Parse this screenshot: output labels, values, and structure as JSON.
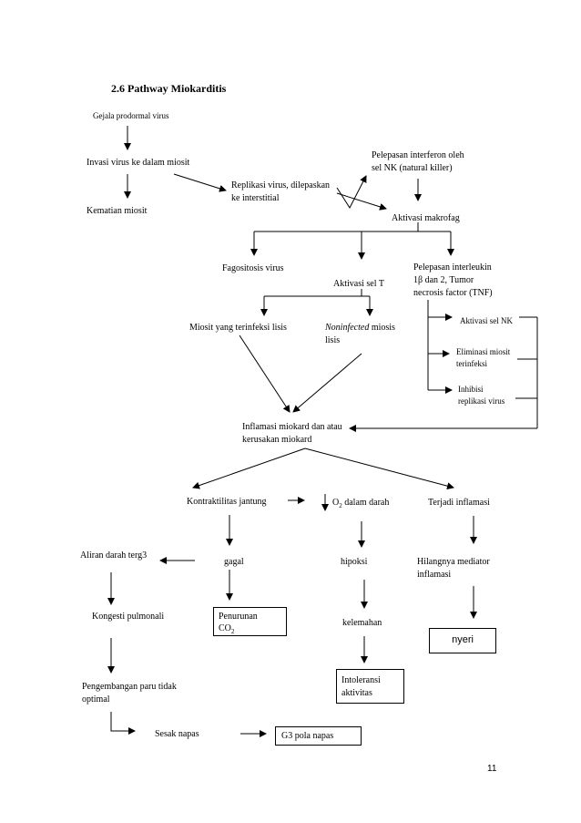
{
  "title": "2.6 Pathway Miokarditis",
  "page_number": "11",
  "nodes": {
    "gejala": "Gejala prodormal virus",
    "invasi": "Invasi virus ke dalam miosit",
    "kematian": "Kematian miosit",
    "replikasi_1": "Replikasi virus, dilepaskan",
    "replikasi_2": "ke interstitial",
    "pelepasan_ifn_1": "Pelepasan interferon oleh",
    "pelepasan_ifn_2": "sel NK (natural killer)",
    "aktivasi_makrofag": "Aktivasi makrofag",
    "fagositosis": "Fagositosis virus",
    "aktivasi_sel_t": "Aktivasi sel T",
    "interleukin_1": "Pelepasan interleukin",
    "interleukin_2": "1β dan 2, Tumor",
    "interleukin_3": "necrosis factor (TNF)",
    "miosit_lisis": "Miosit yang terinfeksi lisis",
    "noninfected_em": "Noninfected",
    "noninfected_rest": " miosis",
    "noninfected_2": "lisis",
    "aktivasi_nk": "Aktivasi sel NK",
    "eliminasi_1": "Eliminasi miosit",
    "eliminasi_2": "terinfeksi",
    "inhibisi_1": "Inhibisi",
    "inhibisi_2": "replikasi virus",
    "inflamasi_1": "Inflamasi miokard dan atau",
    "inflamasi_2": "kerusakan miokard",
    "kontraktilitas": "Kontraktilitas jantung",
    "o2_o": "O",
    "o2_sub": "2",
    "o2_rest": " dalam darah",
    "terjadi_inflamasi": "Terjadi inflamasi",
    "aliran": "Aliran darah terg3",
    "gagal": "gagal",
    "hipoksi": "hipoksi",
    "hilangnya_1": "Hilangnya mediator",
    "hilangnya_2": "inflamasi",
    "kongesti": "Kongesti pulmonali",
    "penurunan_1": "Penurunan",
    "penurunan_co": "CO",
    "penurunan_sub": "2",
    "kelemahan": "kelemahan",
    "nyeri": "nyeri",
    "intoleransi_1": "Intoleransi",
    "intoleransi_2": "aktivitas",
    "pengembangan_1": "Pengembangan paru tidak",
    "pengembangan_2": "optimal",
    "sesak": "Sesak napas",
    "g3": "G3 pola napas"
  }
}
